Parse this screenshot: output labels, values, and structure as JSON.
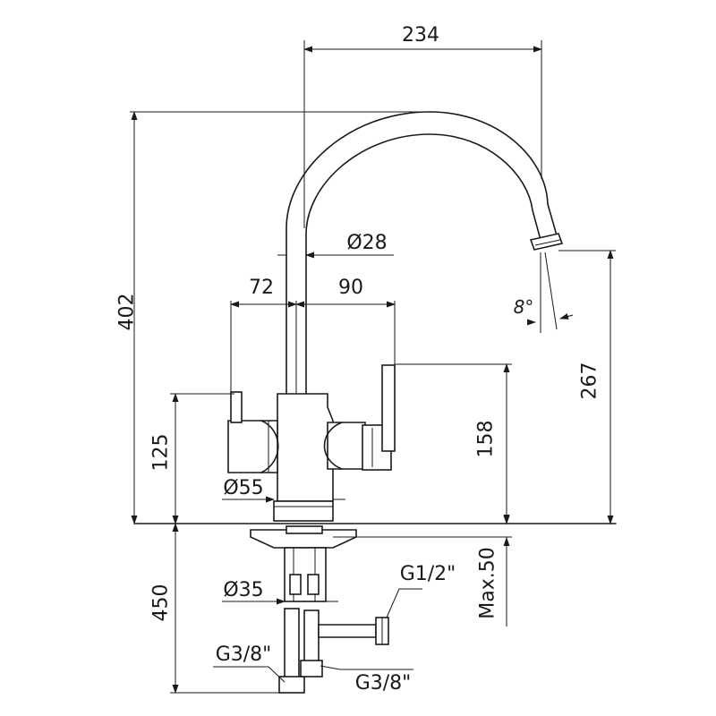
{
  "dimensions": {
    "width_total": "234",
    "height_total": "402",
    "spout_diameter": "Ø28",
    "left_offset": "72",
    "right_offset": "90",
    "spout_angle": "8°",
    "spout_height": "267",
    "right_handle_height": "158",
    "left_handle_height": "125",
    "body_diameter": "Ø55",
    "shank_diameter": "Ø35",
    "counter_thickness": "Max.50",
    "hose_length": "450",
    "thread_g12": "G1/2\"",
    "thread_g38_left": "G3/8\"",
    "thread_g38_right": "G3/8\""
  }
}
